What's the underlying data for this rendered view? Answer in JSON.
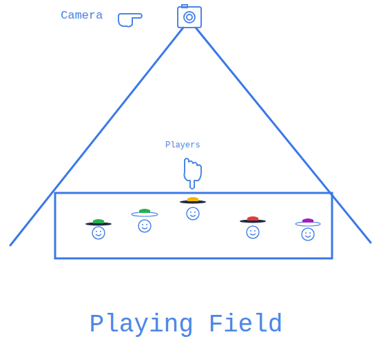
{
  "diagram": {
    "caption": "Playing Field",
    "labels": [
      "Camera",
      "Players"
    ]
  }
}
